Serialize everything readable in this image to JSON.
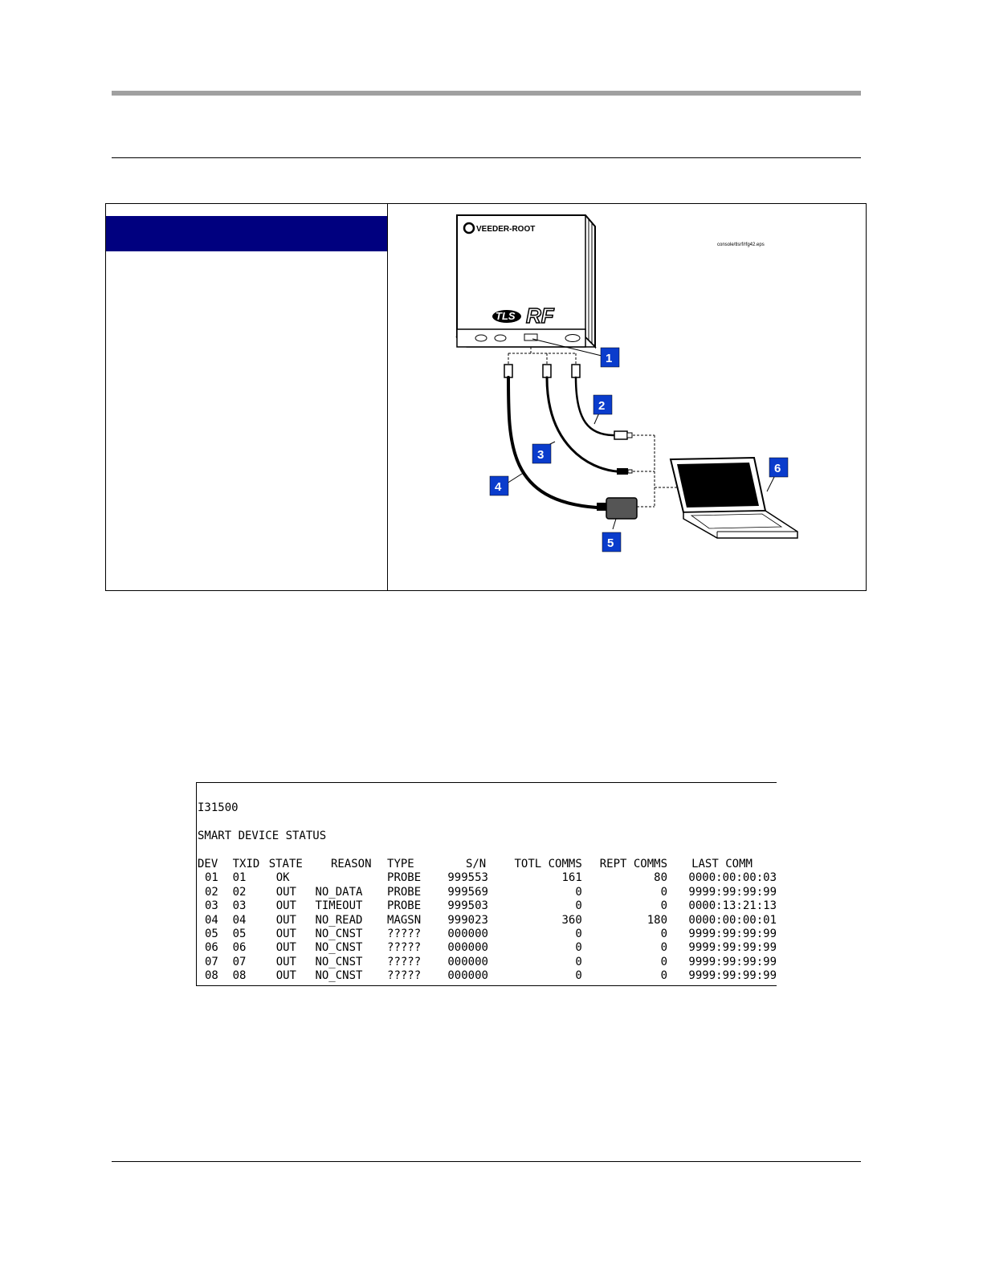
{
  "figure": {
    "brand_label": "VEEDER-ROOT",
    "product_label": "RF",
    "file_label": "console/tlsrf/rfg42.eps",
    "callouts": [
      "1",
      "2",
      "3",
      "4",
      "5",
      "6"
    ]
  },
  "printout": {
    "id_line": "I31500",
    "title": "SMART DEVICE STATUS",
    "columns": [
      "DEV",
      "TXID",
      "STATE",
      "REASON",
      "TYPE",
      "S/N",
      "TOTL COMMS",
      "REPT COMMS",
      "LAST COMM"
    ],
    "rows": [
      [
        "01",
        "01",
        "OK",
        "",
        "PROBE",
        "999553",
        "161",
        "80",
        "0000:00:00:03"
      ],
      [
        "02",
        "02",
        "OUT",
        "NO_DATA",
        "PROBE",
        "999569",
        "0",
        "0",
        "9999:99:99:99"
      ],
      [
        "03",
        "03",
        "OUT",
        "TIMEOUT",
        "PROBE",
        "999503",
        "0",
        "0",
        "0000:13:21:13"
      ],
      [
        "04",
        "04",
        "OUT",
        "NO_READ",
        "MAGSN",
        "999023",
        "360",
        "180",
        "0000:00:00:01"
      ],
      [
        "05",
        "05",
        "OUT",
        "NO_CNST",
        "?????",
        "000000",
        "0",
        "0",
        "9999:99:99:99"
      ],
      [
        "06",
        "06",
        "OUT",
        "NO_CNST",
        "?????",
        "000000",
        "0",
        "0",
        "9999:99:99:99"
      ],
      [
        "07",
        "07",
        "OUT",
        "NO_CNST",
        "?????",
        "000000",
        "0",
        "0",
        "9999:99:99:99"
      ],
      [
        "08",
        "08",
        "OUT",
        "NO_CNST",
        "?????",
        "000000",
        "0",
        "0",
        "9999:99:99:99"
      ]
    ]
  },
  "colors": {
    "banner": "#00007f",
    "callout": "#0a3ccc",
    "rule_gray": "#a0a0a0"
  }
}
